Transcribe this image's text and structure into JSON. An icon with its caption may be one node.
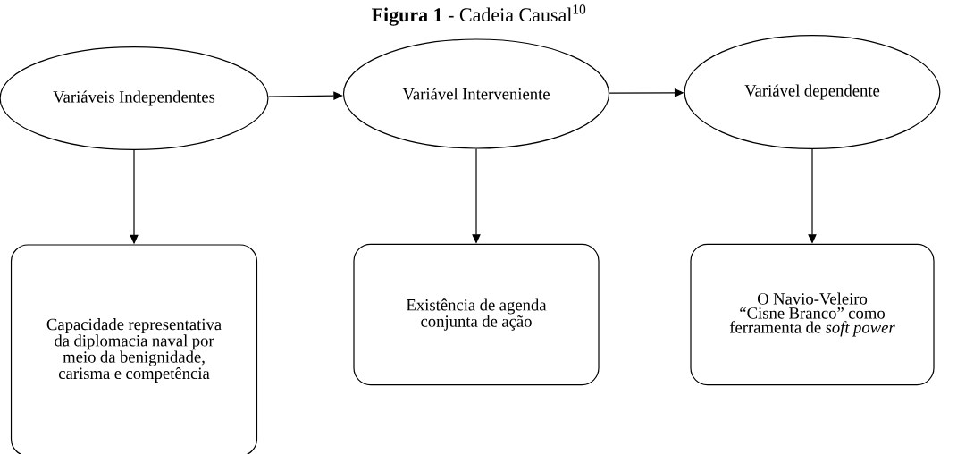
{
  "diagram": {
    "title": "**Figura 1** - Cadeia Causal$^{10}$",
    "nodes": [
      {
        "text": [
          "Variáveis Independentes"
        ]
      },
      {
        "text": [
          "Variável Interveniente"
        ]
      },
      {
        "text": [
          "Variável dependente"
        ]
      },
      {
        "text": [
          "Capacidade representativa da diplomacia naval por meio da benignidade, carisma e competência"
        ]
      },
      {
        "text": [
          "Existência de agenda conjunta de ação"
        ]
      },
      {
        "text": [
          "O Navio-Veleiro “Cisne Branco” como ferramenta de *soft power*"
        ]
      }
    ],
    "edges": [
      {
        "from": 0,
        "to": 1,
        "arrow": "to"
      },
      {
        "from": 1,
        "to": 2,
        "arrow": "to"
      },
      {
        "from": 0,
        "to": 3,
        "arrow": "to"
      },
      {
        "from": 1,
        "to": 4,
        "arrow": "to"
      },
      {
        "from": 2,
        "to": 5,
        "arrow": "to"
      }
    ]
  }
}
